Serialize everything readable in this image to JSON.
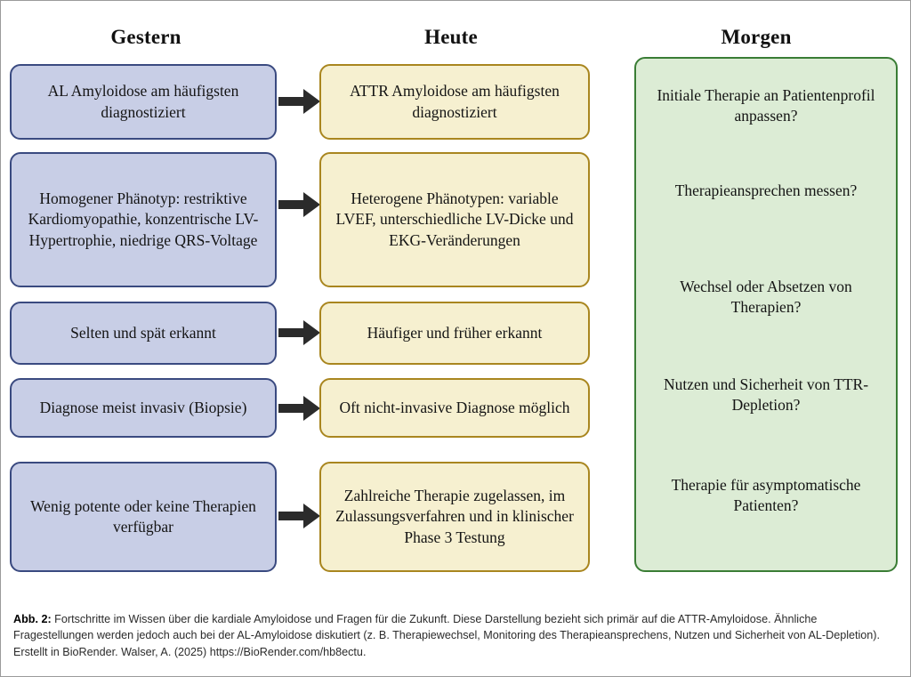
{
  "figure": {
    "columns": [
      {
        "id": "gestern",
        "heading": "Gestern"
      },
      {
        "id": "heute",
        "heading": "Heute"
      },
      {
        "id": "morgen",
        "heading": "Morgen"
      }
    ],
    "rows": [
      {
        "past": "AL Amyloidose am häufigsten diagnostiziert",
        "present": "ATTR Amyloidose am häufigsten diagnostiziert",
        "arrow": "arrow-right"
      },
      {
        "past": "Homogener Phänotyp: restriktive Kardiomyopathie, konzentrische LV-Hypertrophie, niedrige QRS-Voltage",
        "present": "Heterogene Phänotypen: variable LVEF, unterschiedliche LV-Dicke und EKG-Veränderungen",
        "arrow": "arrow-right"
      },
      {
        "past": "Selten und spät erkannt",
        "present": "Häufiger und früher erkannt",
        "arrow": "arrow-right"
      },
      {
        "past": "Diagnose meist invasiv (Biopsie)",
        "present": "Oft nicht-invasive Diagnose möglich",
        "arrow": "arrow-right"
      },
      {
        "past": "Wenig potente oder keine Therapien verfügbar",
        "present": "Zahlreiche Therapie zugelassen, im Zulassungsverfahren und in klinischer Phase 3 Testung",
        "arrow": "arrow-right"
      }
    ],
    "future_questions": [
      "Initiale Therapie an Patientenprofil anpassen?",
      "Therapieansprechen messen?",
      "Wechsel oder Absetzen von Therapien?",
      "Nutzen und Sicherheit von TTR-Depletion?",
      "Therapie für asymptomatische Patienten?"
    ],
    "caption": {
      "label": "Abb. 2:",
      "text": " Fortschritte im Wissen über die kardiale Amyloidose und Fragen für die Zukunft. Diese Darstellung bezieht sich primär auf die ATTR-Amyloidose. Ähnliche Fragestellungen werden jedoch auch bei der AL-Amyloidose diskutiert (z. B. Therapiewechsel, Monitoring des Therapieansprechens, Nutzen und Sicherheit von AL-Depletion). Erstellt in BioRender. Walser, A. (2025) https://BioRender.com/hb8ectu."
    },
    "colors": {
      "past_fill": "#c8cee6",
      "past_border": "#3a4a80",
      "present_fill": "#f6f0d0",
      "present_border": "#a9861f",
      "future_fill": "#dcecd5",
      "future_border": "#3a7d35",
      "arrow": "#2b2b2b",
      "frame_border": "#9a9a9a",
      "text": "#141414"
    }
  }
}
